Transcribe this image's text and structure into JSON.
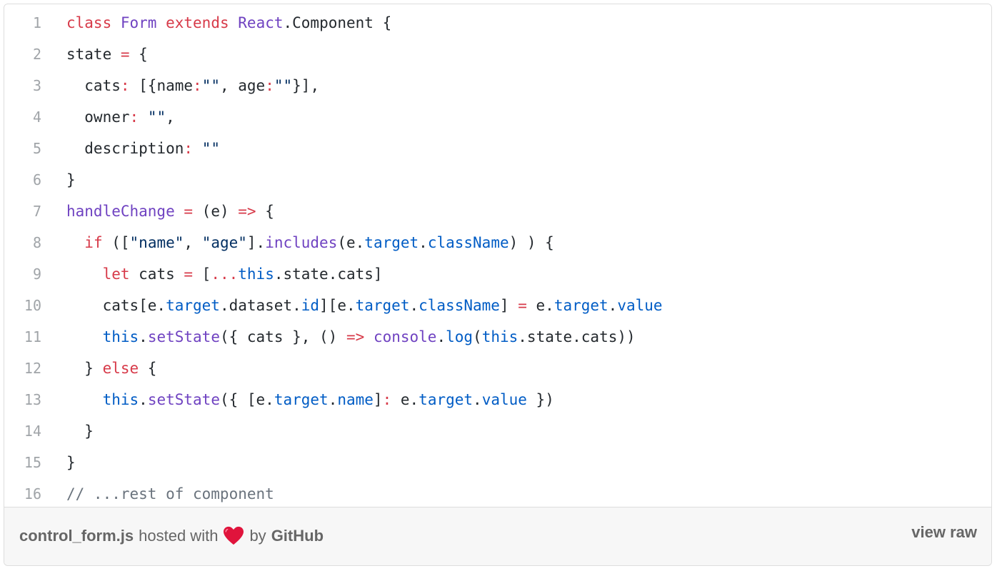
{
  "code": {
    "lines": [
      {
        "n": "1",
        "tokens": [
          {
            "t": "class",
            "c": "kw"
          },
          {
            "t": " ",
            "c": "pl"
          },
          {
            "t": "Form",
            "c": "ent"
          },
          {
            "t": " ",
            "c": "pl"
          },
          {
            "t": "extends",
            "c": "kw"
          },
          {
            "t": " ",
            "c": "pl"
          },
          {
            "t": "React",
            "c": "ent"
          },
          {
            "t": ".Component {",
            "c": "pl"
          }
        ],
        "indent": 0
      },
      {
        "n": "2",
        "tokens": [
          {
            "t": "state ",
            "c": "pl"
          },
          {
            "t": "=",
            "c": "kw"
          },
          {
            "t": " {",
            "c": "pl"
          }
        ],
        "indent": 0
      },
      {
        "n": "3",
        "tokens": [
          {
            "t": "  cats",
            "c": "pl"
          },
          {
            "t": ":",
            "c": "kw"
          },
          {
            "t": " [{name",
            "c": "pl"
          },
          {
            "t": ":",
            "c": "kw"
          },
          {
            "t": "\"\"",
            "c": "str"
          },
          {
            "t": ", age",
            "c": "pl"
          },
          {
            "t": ":",
            "c": "kw"
          },
          {
            "t": "\"\"",
            "c": "str"
          },
          {
            "t": "}],",
            "c": "pl"
          }
        ],
        "indent": 0
      },
      {
        "n": "4",
        "tokens": [
          {
            "t": "  owner",
            "c": "pl"
          },
          {
            "t": ":",
            "c": "kw"
          },
          {
            "t": " ",
            "c": "pl"
          },
          {
            "t": "\"\"",
            "c": "str"
          },
          {
            "t": ",",
            "c": "pl"
          }
        ],
        "indent": 0
      },
      {
        "n": "5",
        "tokens": [
          {
            "t": "  description",
            "c": "pl"
          },
          {
            "t": ":",
            "c": "kw"
          },
          {
            "t": " ",
            "c": "pl"
          },
          {
            "t": "\"\"",
            "c": "str"
          }
        ],
        "indent": 0
      },
      {
        "n": "6",
        "tokens": [
          {
            "t": "}",
            "c": "pl"
          }
        ],
        "indent": 0
      },
      {
        "n": "7",
        "tokens": [
          {
            "t": "handleChange",
            "c": "ent"
          },
          {
            "t": " ",
            "c": "pl"
          },
          {
            "t": "=",
            "c": "kw"
          },
          {
            "t": " (e) ",
            "c": "pl"
          },
          {
            "t": "=>",
            "c": "kw"
          },
          {
            "t": " {",
            "c": "pl"
          }
        ],
        "indent": 0
      },
      {
        "n": "8",
        "tokens": [
          {
            "t": "  ",
            "c": "pl"
          },
          {
            "t": "if",
            "c": "kw"
          },
          {
            "t": " ([",
            "c": "pl"
          },
          {
            "t": "\"name\"",
            "c": "str"
          },
          {
            "t": ", ",
            "c": "pl"
          },
          {
            "t": "\"age\"",
            "c": "str"
          },
          {
            "t": "].",
            "c": "pl"
          },
          {
            "t": "includes",
            "c": "ent"
          },
          {
            "t": "(e.",
            "c": "pl"
          },
          {
            "t": "target",
            "c": "prop"
          },
          {
            "t": ".",
            "c": "pl"
          },
          {
            "t": "className",
            "c": "prop"
          },
          {
            "t": ") ) {",
            "c": "pl"
          }
        ],
        "indent": 0
      },
      {
        "n": "9",
        "tokens": [
          {
            "t": "    ",
            "c": "pl"
          },
          {
            "t": "let",
            "c": "kw"
          },
          {
            "t": " cats ",
            "c": "pl"
          },
          {
            "t": "=",
            "c": "kw"
          },
          {
            "t": " [",
            "c": "pl"
          },
          {
            "t": "...",
            "c": "kw"
          },
          {
            "t": "this",
            "c": "prop"
          },
          {
            "t": ".state.cats]",
            "c": "pl"
          }
        ],
        "indent": 0
      },
      {
        "n": "10",
        "tokens": [
          {
            "t": "    cats[e.",
            "c": "pl"
          },
          {
            "t": "target",
            "c": "prop"
          },
          {
            "t": ".dataset.",
            "c": "pl"
          },
          {
            "t": "id",
            "c": "prop"
          },
          {
            "t": "][e.",
            "c": "pl"
          },
          {
            "t": "target",
            "c": "prop"
          },
          {
            "t": ".",
            "c": "pl"
          },
          {
            "t": "className",
            "c": "prop"
          },
          {
            "t": "] ",
            "c": "pl"
          },
          {
            "t": "=",
            "c": "kw"
          },
          {
            "t": " e.",
            "c": "pl"
          },
          {
            "t": "target",
            "c": "prop"
          },
          {
            "t": ".",
            "c": "pl"
          },
          {
            "t": "value",
            "c": "prop"
          }
        ],
        "indent": 0
      },
      {
        "n": "11",
        "tokens": [
          {
            "t": "    ",
            "c": "pl"
          },
          {
            "t": "this",
            "c": "prop"
          },
          {
            "t": ".",
            "c": "pl"
          },
          {
            "t": "setState",
            "c": "ent"
          },
          {
            "t": "({ cats }, () ",
            "c": "pl"
          },
          {
            "t": "=>",
            "c": "kw"
          },
          {
            "t": " ",
            "c": "pl"
          },
          {
            "t": "console",
            "c": "ent"
          },
          {
            "t": ".",
            "c": "pl"
          },
          {
            "t": "log",
            "c": "prop"
          },
          {
            "t": "(",
            "c": "pl"
          },
          {
            "t": "this",
            "c": "prop"
          },
          {
            "t": ".state.cats))",
            "c": "pl"
          }
        ],
        "indent": 0
      },
      {
        "n": "12",
        "tokens": [
          {
            "t": "  } ",
            "c": "pl"
          },
          {
            "t": "else",
            "c": "kw"
          },
          {
            "t": " {",
            "c": "pl"
          }
        ],
        "indent": 0
      },
      {
        "n": "13",
        "tokens": [
          {
            "t": "    ",
            "c": "pl"
          },
          {
            "t": "this",
            "c": "prop"
          },
          {
            "t": ".",
            "c": "pl"
          },
          {
            "t": "setState",
            "c": "ent"
          },
          {
            "t": "({ [e.",
            "c": "pl"
          },
          {
            "t": "target",
            "c": "prop"
          },
          {
            "t": ".",
            "c": "pl"
          },
          {
            "t": "name",
            "c": "prop"
          },
          {
            "t": "]",
            "c": "pl"
          },
          {
            "t": ":",
            "c": "kw"
          },
          {
            "t": " e.",
            "c": "pl"
          },
          {
            "t": "target",
            "c": "prop"
          },
          {
            "t": ".",
            "c": "pl"
          },
          {
            "t": "value",
            "c": "prop"
          },
          {
            "t": " })",
            "c": "pl"
          }
        ],
        "indent": 0
      },
      {
        "n": "14",
        "tokens": [
          {
            "t": "  }",
            "c": "pl"
          }
        ],
        "indent": 0
      },
      {
        "n": "15",
        "tokens": [
          {
            "t": "}",
            "c": "pl"
          }
        ],
        "indent": 0
      },
      {
        "n": "16",
        "tokens": [
          {
            "t": "// ...rest of component",
            "c": "cm"
          }
        ],
        "indent": 0
      }
    ]
  },
  "footer": {
    "filename": "control_form.js",
    "hosted_with": "hosted with",
    "heart_icon": "heart-icon",
    "by": "by",
    "github": "GitHub",
    "view_raw": "view raw"
  },
  "colors": {
    "keyword": "#d73a49",
    "entity": "#6f42c1",
    "property": "#005cc5",
    "string": "#032f62",
    "comment": "#6a737d",
    "heart": "#e0143c"
  }
}
